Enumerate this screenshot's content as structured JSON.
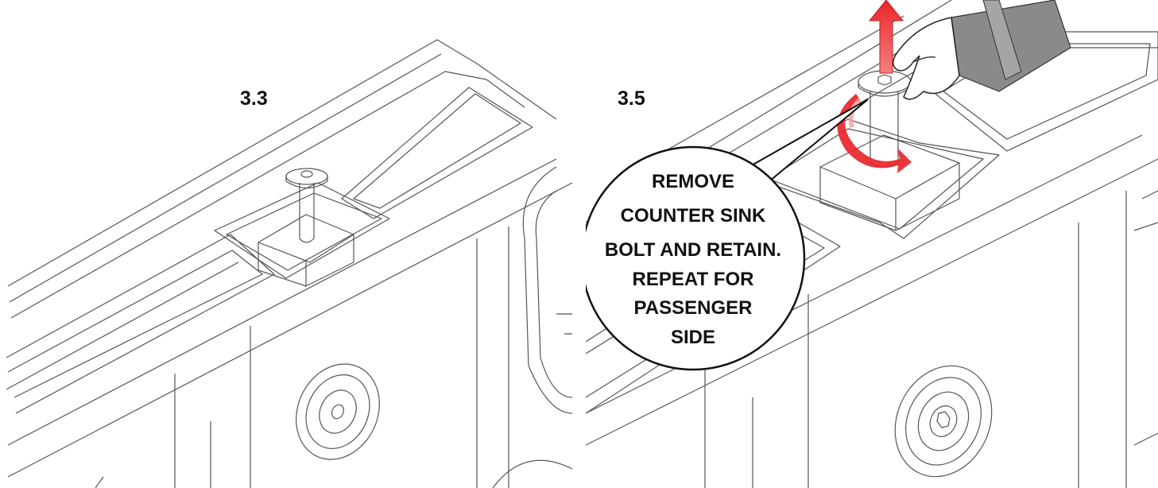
{
  "steps": [
    {
      "number": "3.3"
    },
    {
      "number": "3.5"
    }
  ],
  "callout": {
    "lines": [
      "REMOVE",
      "COUNTER SINK",
      "BOLT AND RETAIN.",
      "REPEAT FOR",
      "PASSENGER",
      "SIDE"
    ]
  },
  "colors": {
    "line": "#555555",
    "arrow_red": "#e8262a",
    "glove": "#8a8a8a"
  },
  "icons": {
    "arrow_up": "red-lift-arrow",
    "arrow_rotate": "red-rotate-arrow",
    "hand": "gloved-hand"
  }
}
